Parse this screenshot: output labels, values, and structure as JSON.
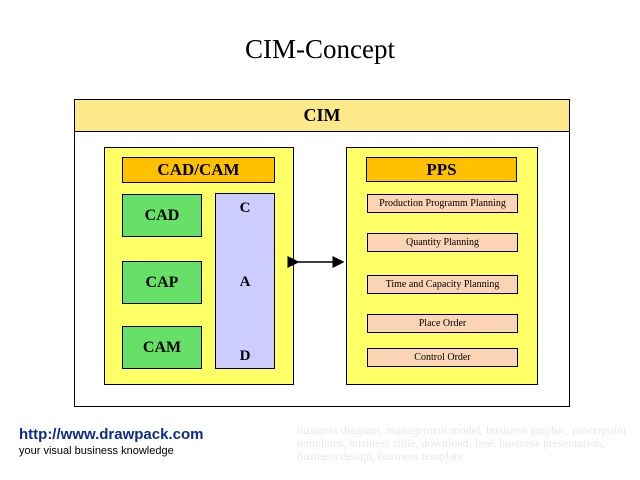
{
  "title": "CIM-Concept",
  "cim": {
    "label": "CIM"
  },
  "left": {
    "header": "CAD/CAM",
    "items": [
      "CAD",
      "CAP",
      "CAM"
    ],
    "column_letters": [
      "C",
      "A",
      "D"
    ]
  },
  "right": {
    "header": "PPS",
    "tasks": [
      "Production  Programm  Planning",
      "Quantity  Planning",
      "Time  and  Capacity  Planning",
      "Place  Order",
      "Control  Order"
    ]
  },
  "footer": {
    "url": "http://www.drawpack.com",
    "tagline": "your visual business knowledge",
    "keywords": "business diagram, management model, business graphic, powerpoint templates, business slide, download, free, business presentation, business design, business template"
  },
  "colors": {
    "cim_bar": "#fde98a",
    "panel": "#ffff66",
    "header": "#ffc000",
    "green_box": "#66e066",
    "column": "#ccccff",
    "task_box": "#fbd5b5",
    "url": "#0b2c8a"
  }
}
